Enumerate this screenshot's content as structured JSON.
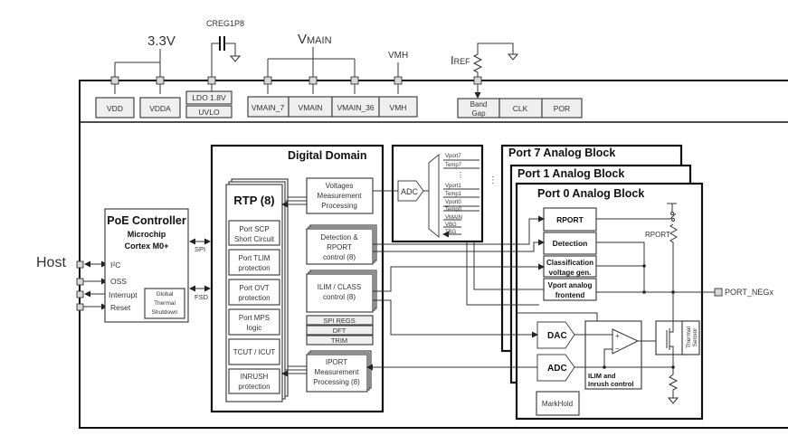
{
  "supplies": {
    "v33": "3.3V",
    "creg": "CREG1P8",
    "vmain": "VMAIN",
    "vmh": "VMH",
    "iref": "IREF"
  },
  "top_blocks": {
    "vdd": "VDD",
    "vdda": "VDDA",
    "ldo": "LDO 1.8V",
    "uvlo": "UVLO",
    "vmain7": "VMAIN_7",
    "vmain": "VMAIN",
    "vmain36": "VMAIN_36",
    "vmh": "VMH",
    "bandgap_1": "Band",
    "bandgap_2": "Gap",
    "clk": "CLK",
    "por": "POR"
  },
  "host": {
    "label": "Host",
    "signals": [
      "I²C",
      "OSS",
      "Interrupt",
      "Reset"
    ]
  },
  "poe": {
    "title": "PoE Controller",
    "sub1": "Microchip",
    "sub2": "Cortex M0+",
    "spi": "SPI",
    "fsd": "FSD",
    "gts_1": "Global",
    "gts_2": "Thermal",
    "gts_3": "Shutdown"
  },
  "digital": {
    "title": "Digital Domain",
    "rtp": "RTP (8)",
    "rtp_items": [
      [
        "Port SCP",
        "Short Circuit"
      ],
      [
        "Port TLIM",
        "protection"
      ],
      [
        "Port OVT",
        "protection"
      ],
      [
        "Port MPS",
        "logic"
      ],
      [
        "TCUT / ICUT",
        ""
      ],
      [
        "INRUSH",
        "protection"
      ]
    ],
    "vmp": [
      "Voltages",
      "Measurement",
      "Processing"
    ],
    "det": [
      "Detection &",
      "RPORT",
      "control (8)"
    ],
    "ilim": [
      "ILIM / CLASS",
      "control (8)"
    ],
    "spiregs": "SPI REGS",
    "dft": "DFT",
    "trim": "TRIM",
    "iport": [
      "IPORT",
      "Measurement",
      "Processing (8)"
    ]
  },
  "adc_mux": {
    "adc": "ADC",
    "inputs": [
      "Vport7",
      "Temp7",
      "Vport1",
      "Temp1",
      "Vport0",
      "Temp0",
      "VMAIN",
      "VBG",
      "TBG"
    ]
  },
  "analog": {
    "port7": "Port 7 Analog Block",
    "port1": "Port 1 Analog Block",
    "port0": "Port 0 Analog Block",
    "rport": "RPORT",
    "detection": "Detection",
    "class1": "Classification",
    "class2": "voltage gen.",
    "vport1": "Vport analog",
    "vport2": "frontend",
    "rport_res": "RPORT",
    "dac": "DAC",
    "adc": "ADC",
    "ilim1": "ILIM and",
    "ilim2": "Inrush control",
    "thermal1": "Thermal",
    "thermal2": "Sensor",
    "markhold": "MarkHold",
    "port_neg": "PORT_NEGx"
  }
}
